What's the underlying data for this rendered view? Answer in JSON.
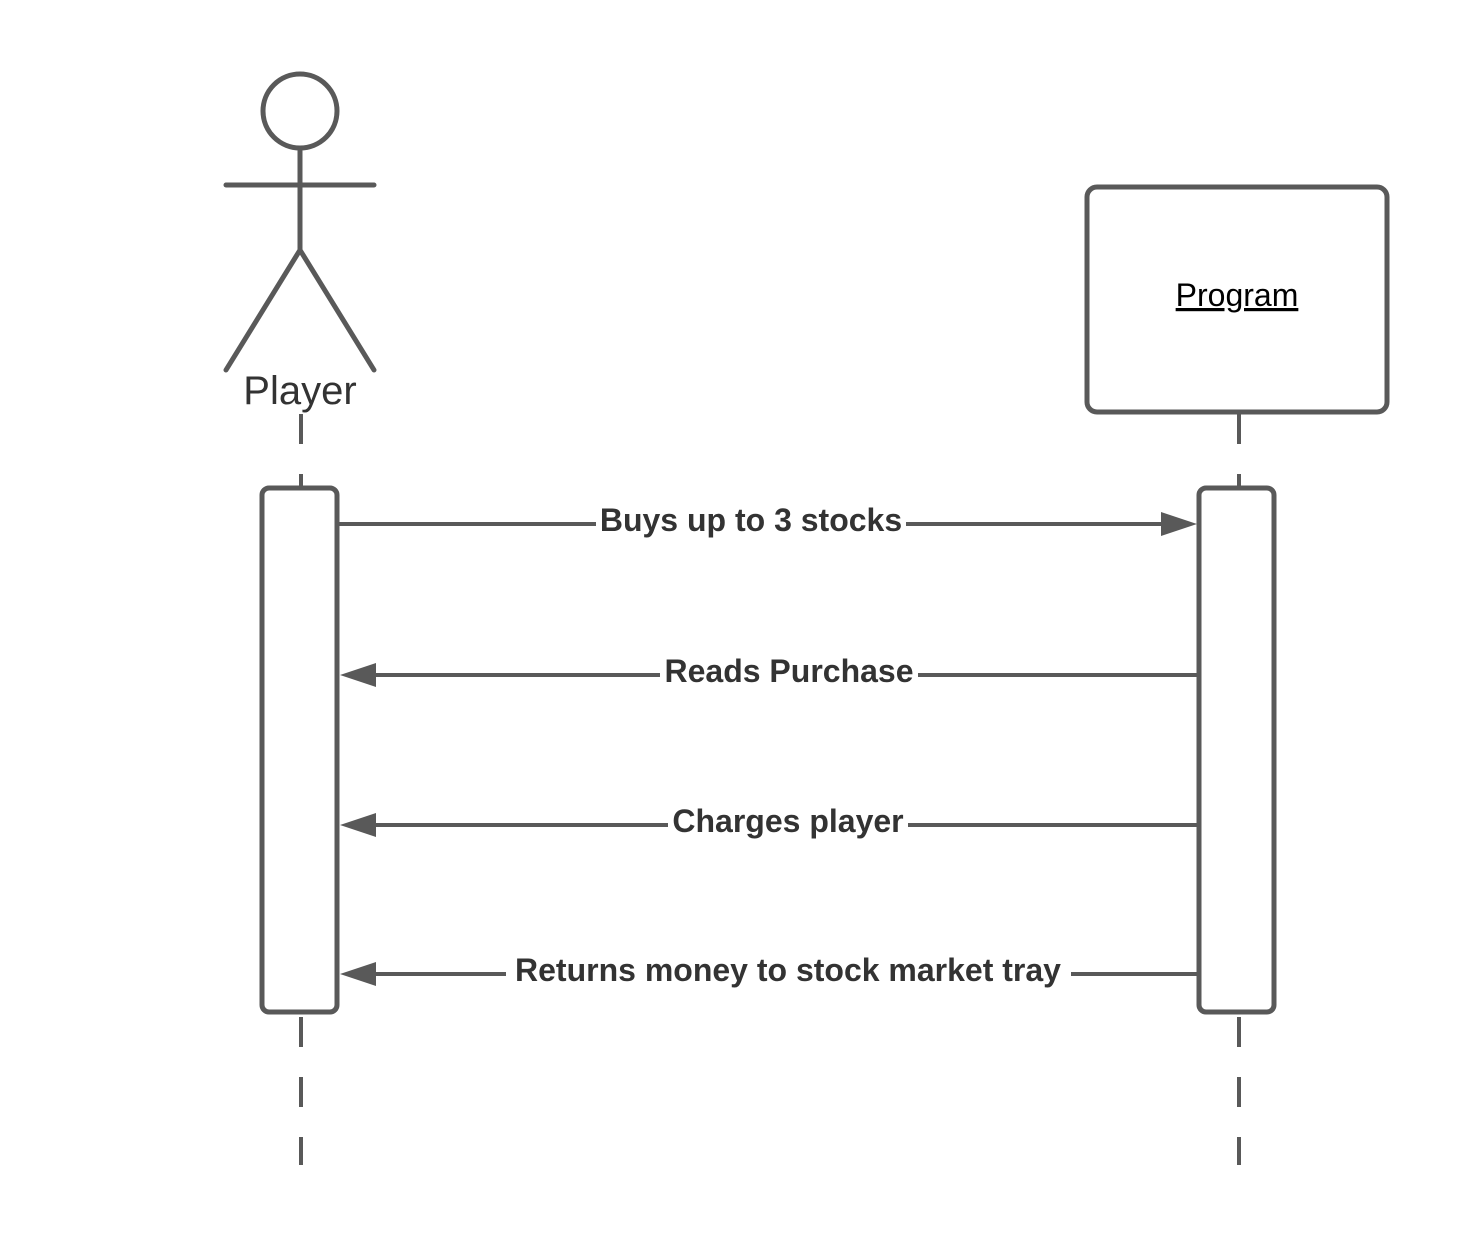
{
  "diagram": {
    "type": "sequence",
    "participants": [
      {
        "id": "player",
        "label": "Player",
        "kind": "actor"
      },
      {
        "id": "program",
        "label": "Program",
        "kind": "object"
      }
    ],
    "messages": [
      {
        "from": "player",
        "to": "program",
        "label": "Buys up to 3 stocks"
      },
      {
        "from": "program",
        "to": "player",
        "label": "Reads Purchase"
      },
      {
        "from": "program",
        "to": "player",
        "label": "Charges player"
      },
      {
        "from": "program",
        "to": "player",
        "label": "Returns money to stock market tray"
      }
    ]
  }
}
